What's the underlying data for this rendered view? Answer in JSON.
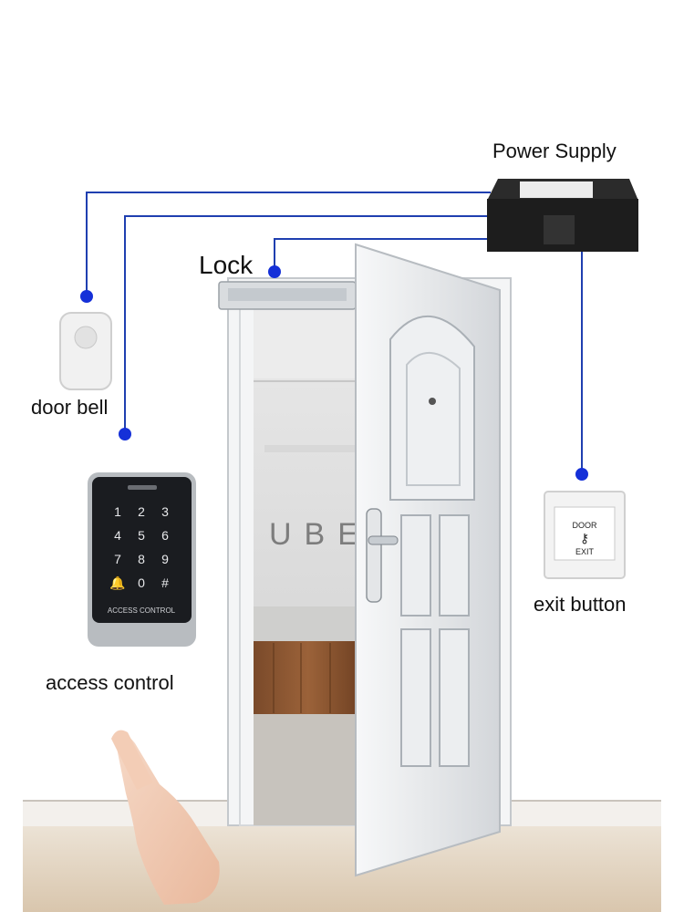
{
  "labels": {
    "power_supply": "Power Supply",
    "lock": "Lock",
    "door_bell": "door bell",
    "exit_button": "exit button",
    "access_control": "access control"
  },
  "keypad": {
    "keys": [
      "1",
      "2",
      "3",
      "4",
      "5",
      "6",
      "7",
      "8",
      "9",
      "🔔",
      "0",
      "#"
    ],
    "caption": "ACCESS CONTROL"
  },
  "exit_plate": {
    "top_text": "DOOR",
    "bottom_text": "EXIT"
  },
  "background_sign": "UBE",
  "colors": {
    "wire": "#1f3fb0",
    "connector_dot": "#1530d8",
    "door": "#eceef0",
    "keypad_body": "#1a1c20"
  }
}
